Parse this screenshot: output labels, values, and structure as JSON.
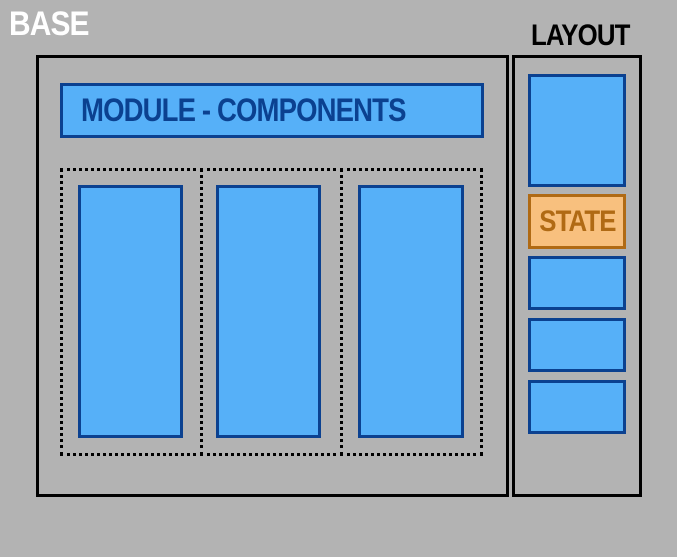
{
  "labels": {
    "base": "BASE",
    "layout": "LAYOUT",
    "module": "MODULE - COMPONENTS",
    "state": "STATE"
  },
  "colors": {
    "background": "#b3b3b3",
    "module_fill": "#56b0f8",
    "module_border": "#0b4190",
    "state_fill": "#f8c07e",
    "state_border": "#b06a14",
    "frame_border": "#000000"
  }
}
